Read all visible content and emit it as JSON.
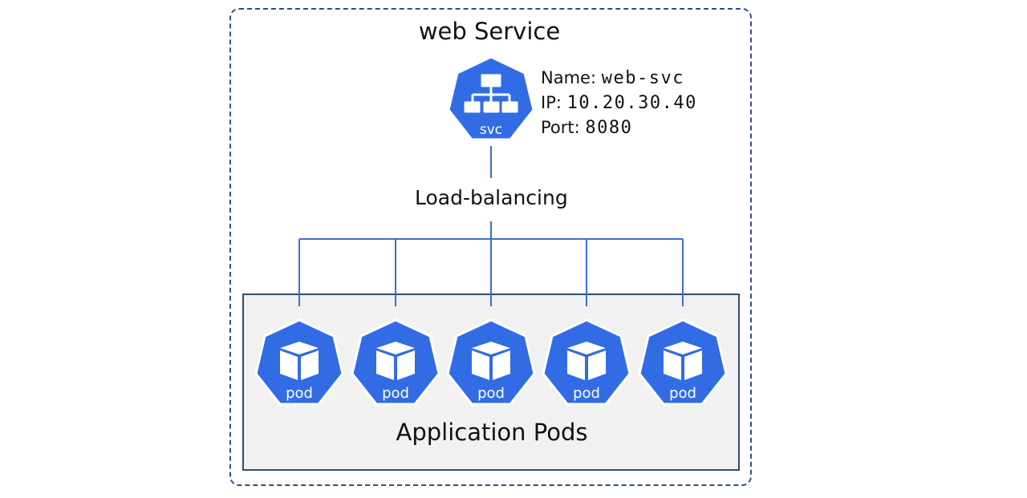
{
  "service": {
    "title": "web Service",
    "icon_label": "svc",
    "fields": [
      {
        "key": "Name:",
        "value": "web-svc"
      },
      {
        "key": "IP:",
        "value": "10.20.30.40"
      },
      {
        "key": "Port:",
        "value": "8080"
      }
    ]
  },
  "load_balancing_label": "Load-balancing",
  "pods": {
    "group_label": "Application Pods",
    "items": [
      {
        "label": "pod"
      },
      {
        "label": "pod"
      },
      {
        "label": "pod"
      },
      {
        "label": "pod"
      },
      {
        "label": "pod"
      }
    ]
  },
  "colors": {
    "k8s_blue": "#326ce5",
    "line_blue": "#3b6fd0",
    "border_navy": "#2f4f7f",
    "pod_area_bg": "#f1f1f1"
  }
}
